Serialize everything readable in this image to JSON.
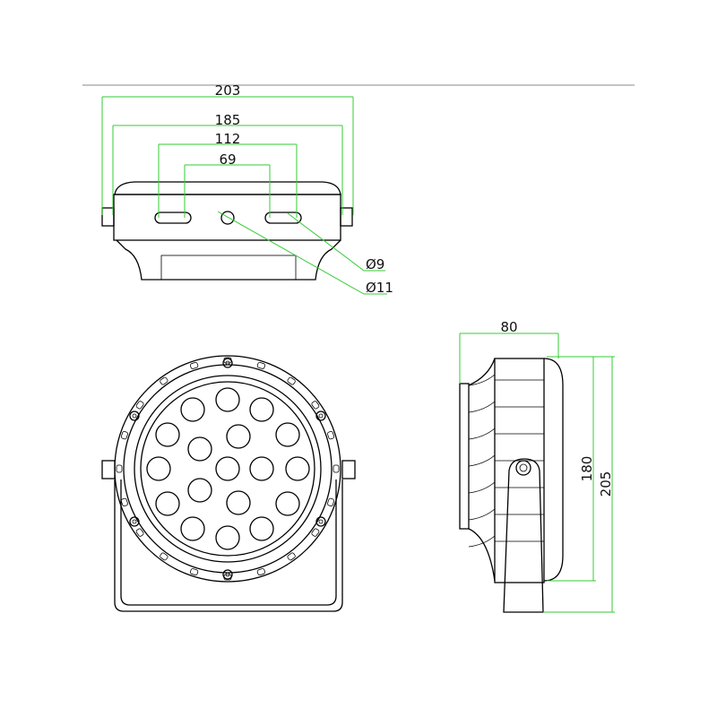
{
  "drawing": {
    "top_view": {
      "dims": {
        "overall_width": "203",
        "body_width": "185",
        "slot_outer": "112",
        "slot_inner": "69",
        "slot_hole_dia": "Ø9",
        "center_hole_dia": "Ø11"
      }
    },
    "side_view": {
      "dims": {
        "depth": "80",
        "body_height": "180",
        "overall_height": "205"
      }
    },
    "front_view": {
      "led_count": 18
    },
    "colors": {
      "outline": "#000000",
      "dimension": "#33cc33"
    }
  }
}
